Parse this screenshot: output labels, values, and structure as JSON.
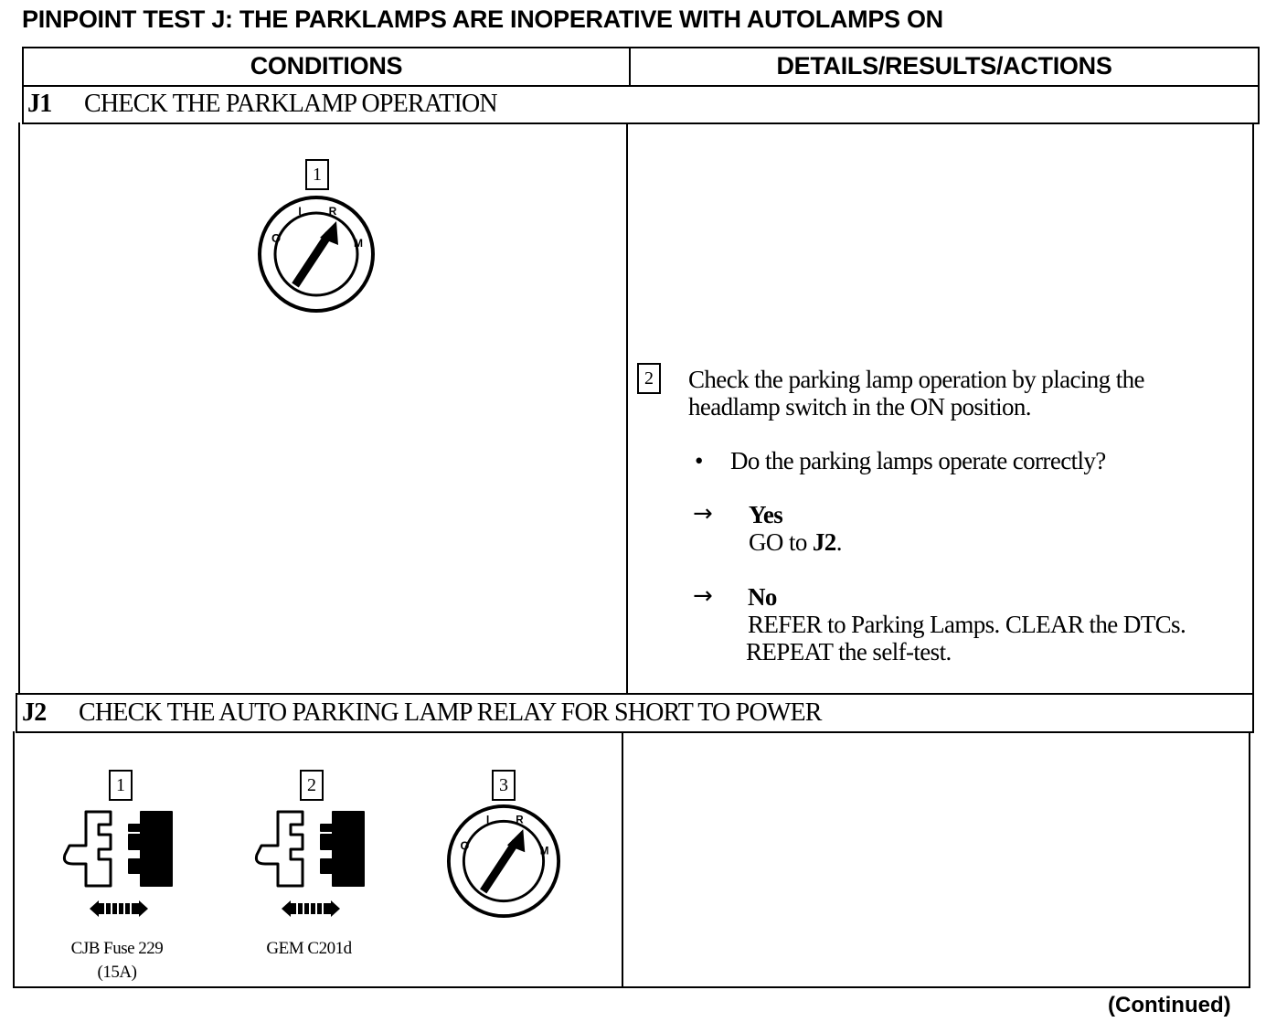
{
  "page_title": "PINPOINT TEST J: THE PARKLAMPS ARE INOPERATIVE WITH AUTOLAMPS ON",
  "table": {
    "headers": {
      "conditions": "CONDITIONS",
      "details": "DETAILS/RESULTS/ACTIONS"
    },
    "steps": [
      {
        "id": "J1",
        "title": "CHECK THE PARKLAMP OPERATION",
        "conditions": {
          "callouts": [
            "1"
          ],
          "ignition_labels": [
            "O",
            "I",
            "R",
            "M"
          ],
          "icons": [
            "ignition-switch-icon"
          ]
        },
        "details": {
          "callout": "2",
          "instruction_line1": "Check the parking lamp operation by placing the",
          "instruction_line2": "headlamp switch in the ON position.",
          "bullet_symbol": "•",
          "question": "Do the parking lamps operate correctly?",
          "arrow_symbol": "→",
          "answers": [
            {
              "label": "Yes",
              "lines": [
                [
                  {
                    "text": "GO to "
                  },
                  {
                    "text": "J2",
                    "bold": true
                  },
                  {
                    "text": "."
                  }
                ]
              ]
            },
            {
              "label": "No",
              "lines": [
                [
                  {
                    "text": "REFER to Parking  Lamps. CLEAR the DTCs."
                  }
                ],
                [
                  {
                    "text": "REPEAT  the self-test."
                  }
                ]
              ]
            }
          ]
        }
      },
      {
        "id": "J2",
        "title": "CHECK THE AUTO PARKING LAMP RELAY FOR SHORT TO POWER",
        "conditions": {
          "callouts": [
            "1",
            "2",
            "3"
          ],
          "connectors": [
            {
              "caption_line1": "CJB Fuse 229",
              "caption_line2": "(15A)",
              "icon": "disconnected-connector-icon"
            },
            {
              "caption_line1": "GEM C201d",
              "caption_line2": "",
              "icon": "disconnected-connector-icon"
            }
          ],
          "ignition_labels": [
            "O",
            "I",
            "R",
            "M"
          ],
          "icons": [
            "ignition-switch-icon"
          ]
        },
        "details": {}
      }
    ]
  },
  "footer": {
    "continued": "(Continued)"
  }
}
